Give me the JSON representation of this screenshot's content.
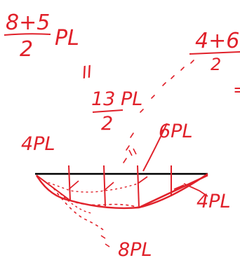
{
  "colors": {
    "ink": "#e0212a",
    "beam": "#000000",
    "paper": "#ffffff"
  },
  "annotations": {
    "top_left_numerator": "8+5",
    "top_left_denominator": "2",
    "top_left_unit": "PL",
    "equals_mark": "II",
    "top_right_numerator": "4+6",
    "top_right_denominator": "2",
    "top_right_equals": "=",
    "mid_numerator": "13",
    "mid_denominator": "2",
    "mid_unit": "PL",
    "label_left": "4PL",
    "label_center": "6PL",
    "label_right": "4PL",
    "label_bottom": "8PL"
  }
}
